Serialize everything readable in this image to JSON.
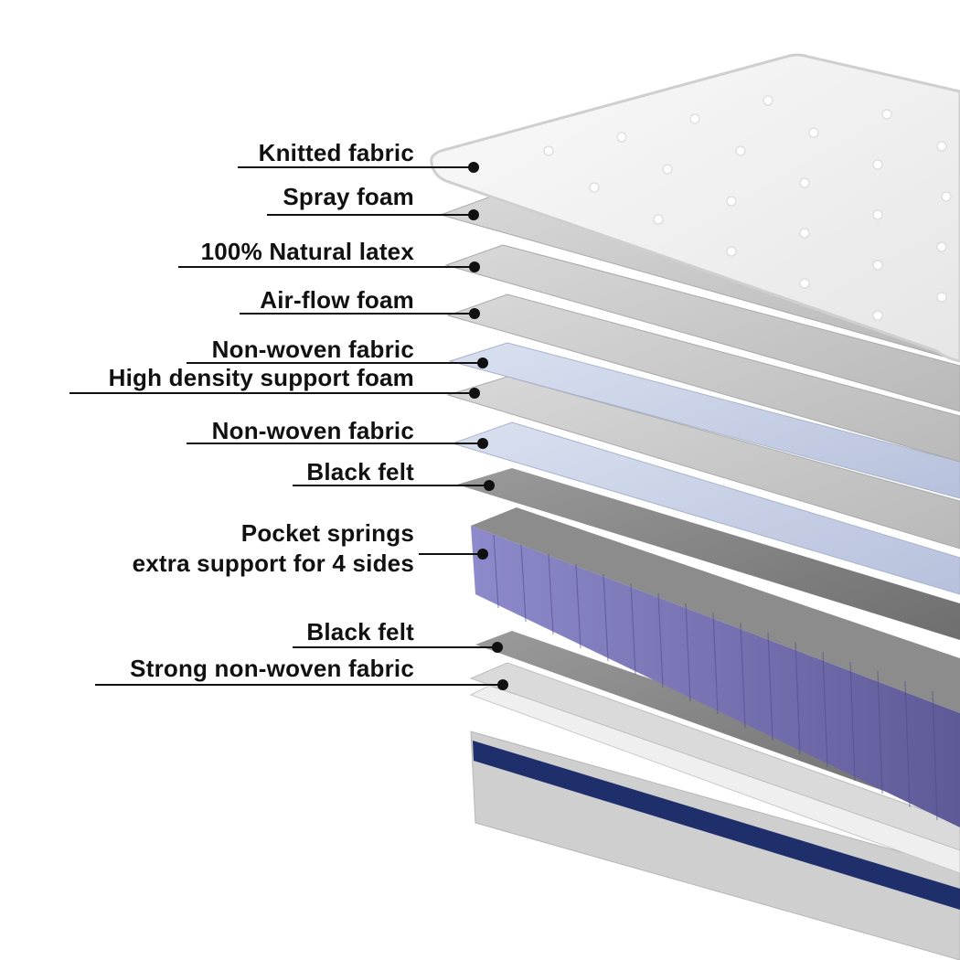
{
  "diagram": {
    "labels": [
      {
        "text": "Knitted fabric"
      },
      {
        "text": "Spray foam"
      },
      {
        "text": "100% Natural latex"
      },
      {
        "text": "Air-flow foam"
      },
      {
        "text": "Non-woven fabric"
      },
      {
        "text": "High density support foam"
      },
      {
        "text": "Non-woven fabric"
      },
      {
        "text": "Black felt"
      },
      {
        "line1": "Pocket springs",
        "line2": "extra support for 4 sides"
      },
      {
        "text": "Black felt"
      },
      {
        "text": "Strong non-woven fabric"
      }
    ],
    "colors": {
      "text": "#111111",
      "fabric": "#f2f2f2",
      "foam": "#c9c9c9",
      "nonwoven": "#c7d0e6",
      "felt": "#8a8a8a",
      "springs": "#7f7cb8",
      "border": "#1f2f6b"
    }
  }
}
